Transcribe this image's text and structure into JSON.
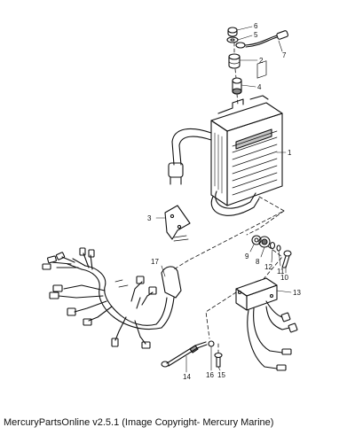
{
  "callouts": {
    "c1": "1",
    "c2": "2",
    "c3": "3",
    "c4": "4",
    "c5": "5",
    "c6": "6",
    "c7": "7",
    "c8": "8",
    "c9": "9",
    "c10": "10",
    "c11": "11",
    "c12": "12",
    "c13": "13",
    "c14": "14",
    "c15": "15",
    "c16": "16",
    "c17": "17"
  },
  "footer": {
    "text": "MercuryPartsOnline v2.5.1 (Image Copyright- Mercury Marine)"
  },
  "colors": {
    "ink": "#111111",
    "background": "#ffffff"
  }
}
